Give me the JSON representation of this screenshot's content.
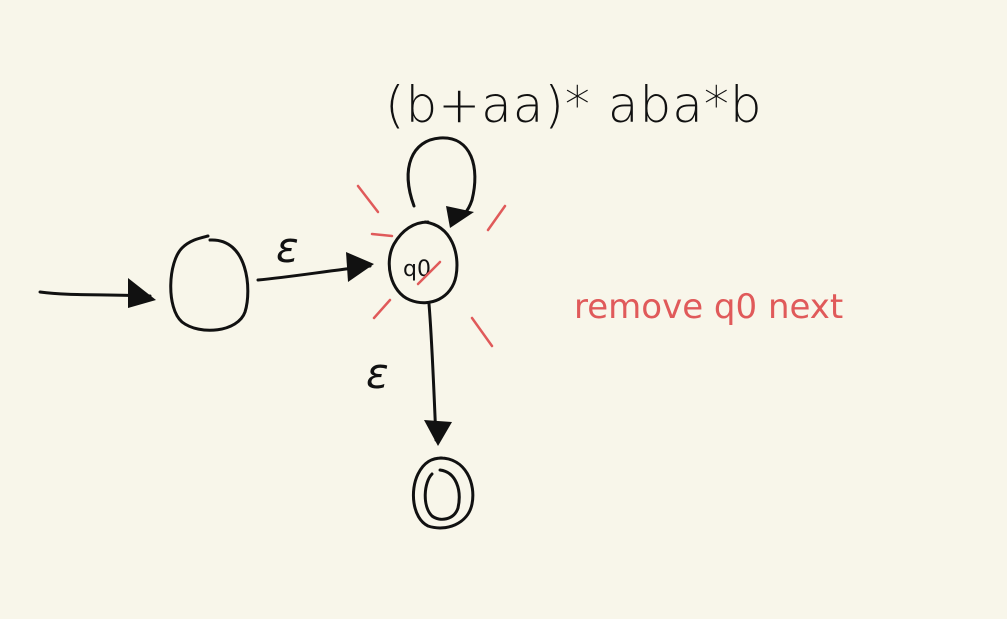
{
  "diagram": {
    "regex": "(b+aa)* aba*b",
    "edge_start_to_q0": "ε",
    "edge_q0_to_final": "ε",
    "state_q0_label": "q0",
    "note": "remove q0 next",
    "colors": {
      "background": "#f8f6ea",
      "ink": "#111111",
      "highlight": "#e05a5a"
    }
  }
}
